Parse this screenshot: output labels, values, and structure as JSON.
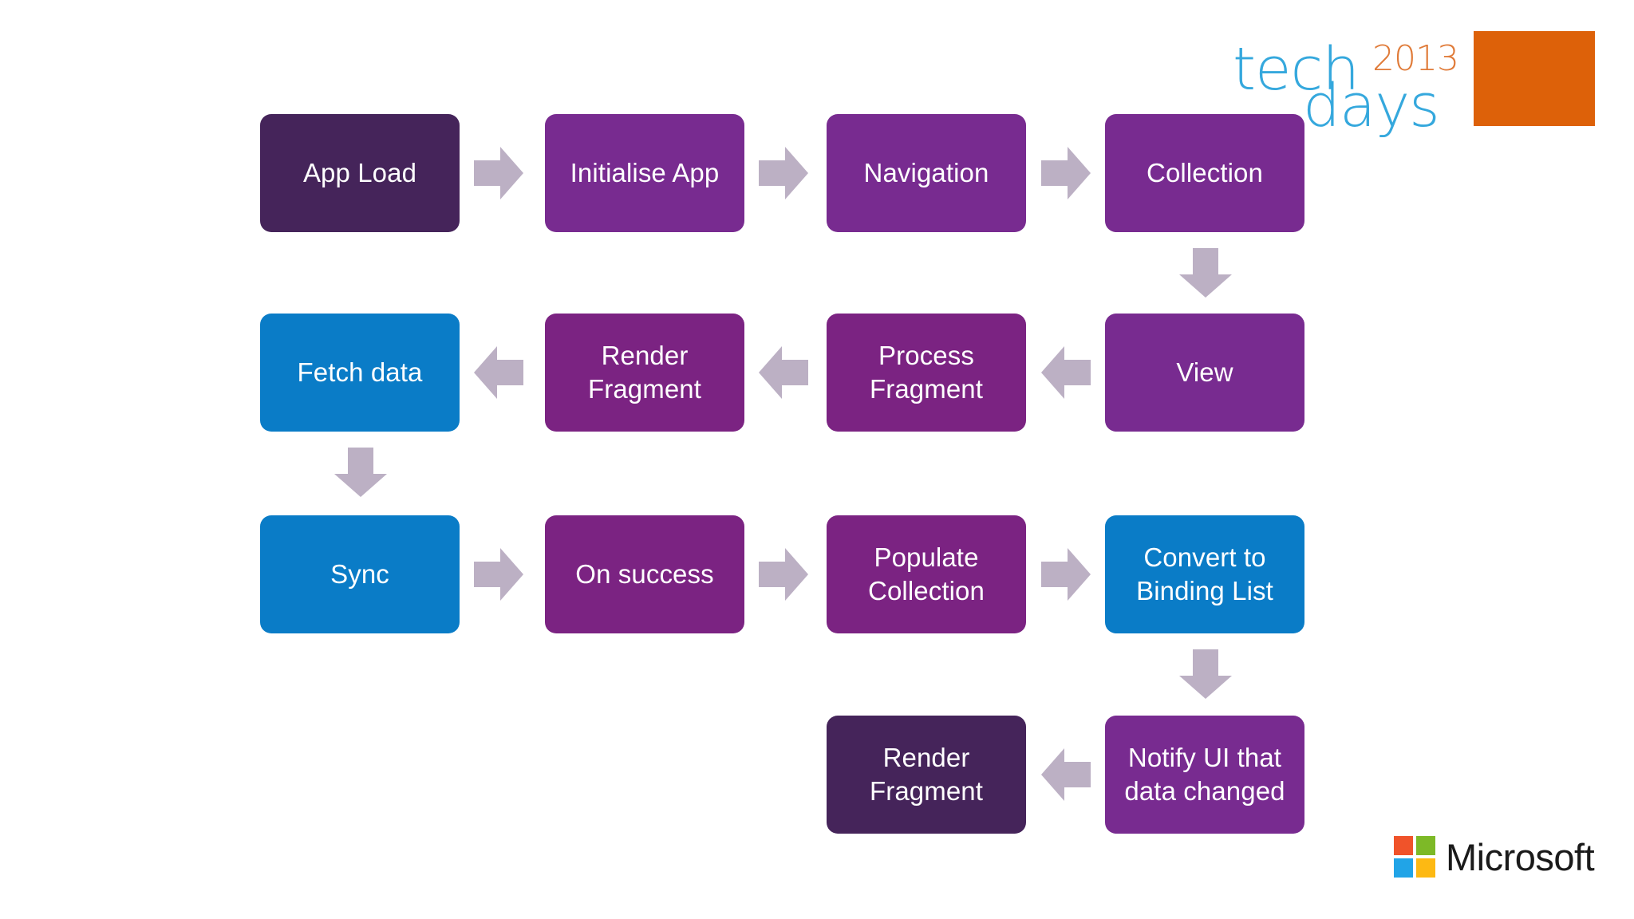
{
  "slide": {
    "background_color": "#ffffff",
    "palette": {
      "dark_purple": "#45245a",
      "purple": "#782b90",
      "blue": "#0a7cc7",
      "arrow_grey": "#bcb0c4",
      "orange": "#dd6109",
      "techdays_blue": "#35a8dd",
      "techdays_orange": "#e07b39"
    }
  },
  "branding": {
    "techdays": {
      "tech": "tech",
      "year": "2013",
      "days": "days",
      "orange_block": ""
    },
    "microsoft": {
      "wordmark": "Microsoft",
      "tiles": [
        "red",
        "green",
        "blue",
        "yellow"
      ]
    }
  },
  "diagram": {
    "type": "flowchart",
    "nodes": [
      {
        "id": "app-load",
        "label": "App Load",
        "color": "dark_purple",
        "row": 1,
        "col": 1
      },
      {
        "id": "initialise-app",
        "label": "Initialise App",
        "color": "purple",
        "row": 1,
        "col": 2
      },
      {
        "id": "navigation",
        "label": "Navigation",
        "color": "purple",
        "row": 1,
        "col": 3
      },
      {
        "id": "collection",
        "label": "Collection",
        "color": "purple",
        "row": 1,
        "col": 4
      },
      {
        "id": "fetch-data",
        "label": "Fetch data",
        "color": "blue",
        "row": 2,
        "col": 1
      },
      {
        "id": "render-fragment",
        "label": "Render\nFragment",
        "color": "purple",
        "row": 2,
        "col": 2
      },
      {
        "id": "process-fragment",
        "label": "Process\nFragment",
        "color": "purple",
        "row": 2,
        "col": 3
      },
      {
        "id": "view",
        "label": "View",
        "color": "purple",
        "row": 2,
        "col": 4
      },
      {
        "id": "sync",
        "label": "Sync",
        "color": "blue",
        "row": 3,
        "col": 1
      },
      {
        "id": "on-success",
        "label": "On success",
        "color": "purple",
        "row": 3,
        "col": 2
      },
      {
        "id": "populate-collection",
        "label": "Populate\nCollection",
        "color": "purple",
        "row": 3,
        "col": 3
      },
      {
        "id": "convert-binding-list",
        "label": "Convert to\nBinding List",
        "color": "blue",
        "row": 3,
        "col": 4
      },
      {
        "id": "render-fragment-2",
        "label": "Render\nFragment",
        "color": "dark_purple",
        "row": 4,
        "col": 3
      },
      {
        "id": "notify-ui",
        "label": "Notify UI that\ndata changed",
        "color": "purple",
        "row": 4,
        "col": 4
      }
    ],
    "arrows": [
      {
        "id": "a1",
        "from": "app-load",
        "to": "initialise-app",
        "direction": "right"
      },
      {
        "id": "a2",
        "from": "initialise-app",
        "to": "navigation",
        "direction": "right"
      },
      {
        "id": "a3",
        "from": "navigation",
        "to": "collection",
        "direction": "right"
      },
      {
        "id": "a4",
        "from": "collection",
        "to": "view",
        "direction": "down"
      },
      {
        "id": "a5",
        "from": "view",
        "to": "process-fragment",
        "direction": "left"
      },
      {
        "id": "a6",
        "from": "process-fragment",
        "to": "render-fragment",
        "direction": "left"
      },
      {
        "id": "a7",
        "from": "render-fragment",
        "to": "fetch-data",
        "direction": "left"
      },
      {
        "id": "a8",
        "from": "fetch-data",
        "to": "sync",
        "direction": "down"
      },
      {
        "id": "a9",
        "from": "sync",
        "to": "on-success",
        "direction": "right"
      },
      {
        "id": "a10",
        "from": "on-success",
        "to": "populate-collection",
        "direction": "right"
      },
      {
        "id": "a11",
        "from": "populate-collection",
        "to": "convert-binding-list",
        "direction": "right"
      },
      {
        "id": "a12",
        "from": "convert-binding-list",
        "to": "notify-ui",
        "direction": "down"
      },
      {
        "id": "a13",
        "from": "notify-ui",
        "to": "render-fragment-2",
        "direction": "left"
      }
    ]
  }
}
